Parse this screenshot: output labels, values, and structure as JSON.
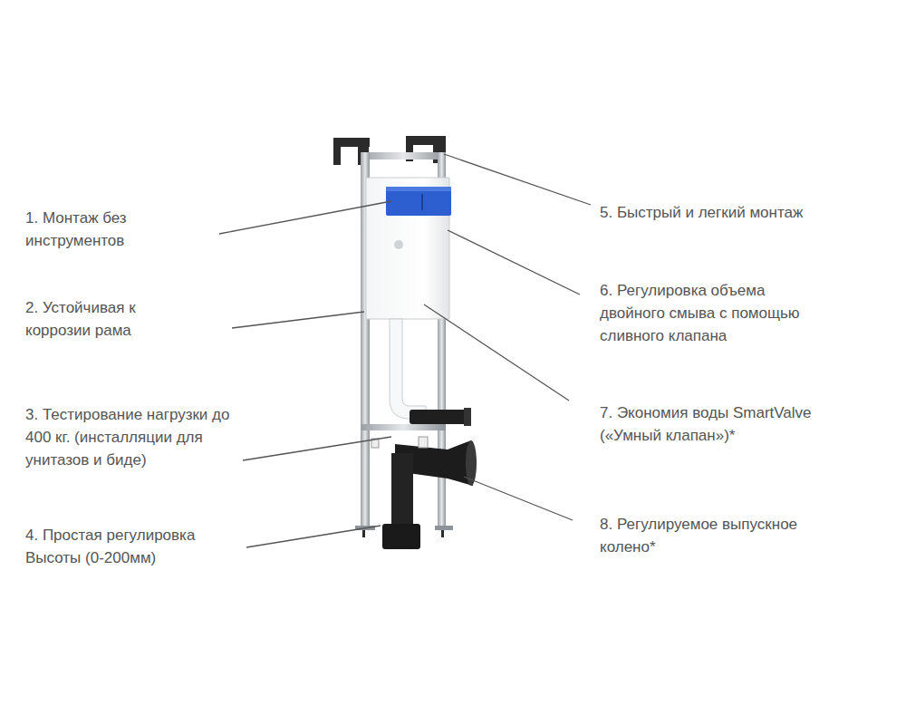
{
  "diagram": {
    "labels": [
      "1. Монтаж без инструментов",
      "2. Устойчивая к коррозии рама",
      "3. Тестирование нагрузки до 400 кг. (инсталляции для унитазов и биде)",
      "4. Простая регулировка Высоты (0-200мм)",
      "5. Быстрый и легкий монтаж",
      "6. Регулировка объема двойного смыва с помощью сливного клапана",
      "7. Экономия воды SmartValve («Умный клапан»)*",
      "8. Регулируемое выпускное колено*"
    ]
  }
}
